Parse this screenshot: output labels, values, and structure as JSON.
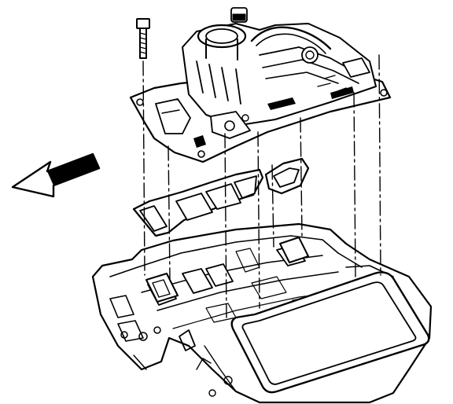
{
  "figure": {
    "kind": "exploded-view line drawing",
    "background": "#ffffff",
    "ink": "#000000",
    "parts": {
      "bolt": "bolt-icon",
      "intake_manifold": "intake-manifold",
      "manifold_gaskets": "intake-gasket-set",
      "end_seal": "end-seal-gasket",
      "engine_block": "engine-block",
      "front_arrow": "front-direction-arrow-icon"
    }
  }
}
